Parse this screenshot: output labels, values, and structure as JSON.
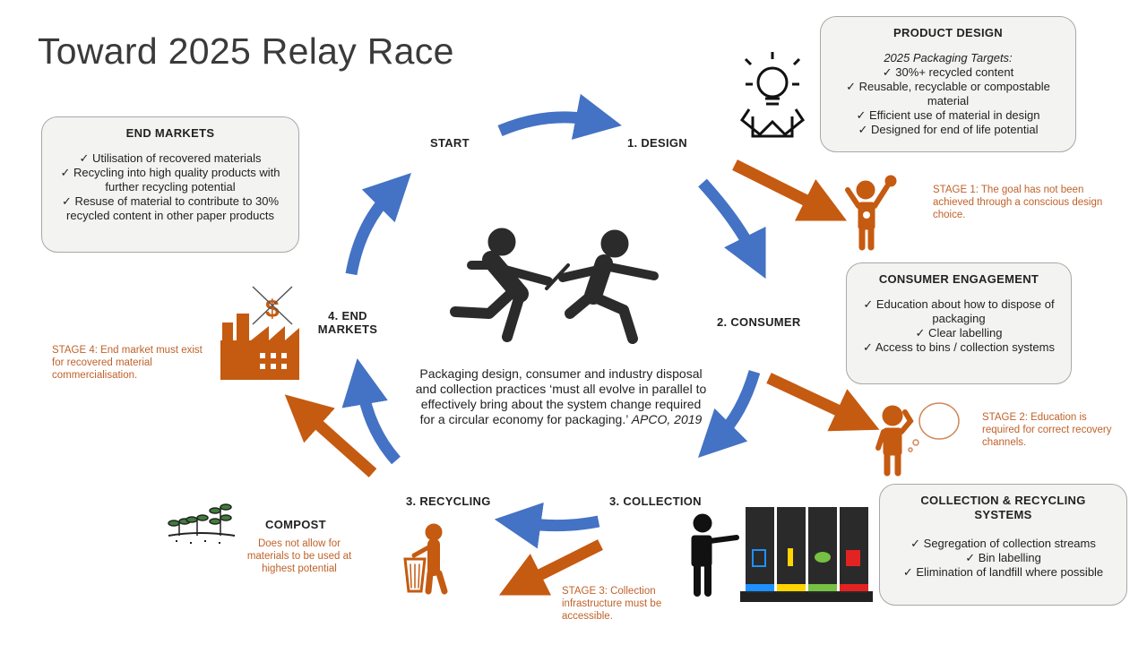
{
  "title": "Toward 2025 Relay Race",
  "labels": {
    "start": "START",
    "design": "1. DESIGN",
    "consumer": "2. CONSUMER",
    "collection": "3. COLLECTION",
    "recycling": "3. RECYCLING",
    "end_markets_1": "4. END",
    "end_markets_2": "MARKETS",
    "compost": "COMPOST"
  },
  "boxes": {
    "product_design": {
      "title": "PRODUCT DESIGN",
      "subtitle": "2025 Packaging Targets:",
      "items": [
        "✓  30%+ recycled content",
        "✓  Reusable, recyclable or compostable material",
        "✓  Efficient use of material in design",
        "✓  Designed for end of life potential"
      ]
    },
    "end_markets": {
      "title": "END MARKETS",
      "items": [
        "✓  Utilisation  of recovered materials",
        "✓  Recycling into high quality products with further recycling  potential",
        "✓  Resuse of material to contribute to 30% recycled content in other paper products"
      ]
    },
    "consumer_engagement": {
      "title": "CONSUMER ENGAGEMENT",
      "items": [
        "✓  Education about how to dispose of packaging",
        "✓  Clear labelling",
        "✓  Access to bins / collection systems"
      ]
    },
    "collection_recycling": {
      "title_1": "COLLECTION  & RECYCLING",
      "title_2": "SYSTEMS",
      "items": [
        "✓  Segregation of collection  streams",
        "✓  Bin labelling",
        "✓  Elimination  of landfill where possible"
      ]
    }
  },
  "stages": {
    "stage1": "STAGE 1: The goal has not been achieved through a conscious design choice.",
    "stage2": "STAGE 2: Education is required for correct recovery channels.",
    "stage3": "STAGE 3: Collection infrastructure must be accessible.",
    "stage4": "STAGE 4: End market must exist for recovered material commercialisation."
  },
  "compost_note": "Does not allow for materials to be used at highest potential",
  "center": {
    "quote": "Packaging design, consumer and industry disposal and collection practices ‘must all evolve in parallel to effectively bring about the system change required for a circular economy for packaging.’",
    "source": "APCO, 2019"
  },
  "icons": [
    "relay-runners-icon",
    "lightbulb-box-icon",
    "figure-medal-icon",
    "figure-thinking-icon",
    "recycling-bins-icon",
    "person-bin-icon",
    "sprouts-icon",
    "factory-dollar-icon"
  ],
  "colors": {
    "blue_arrow": "#4472c4",
    "orange_arrow": "#c55a11",
    "stage_text": "#c0622a",
    "box_fill": "#f3f3f1"
  }
}
